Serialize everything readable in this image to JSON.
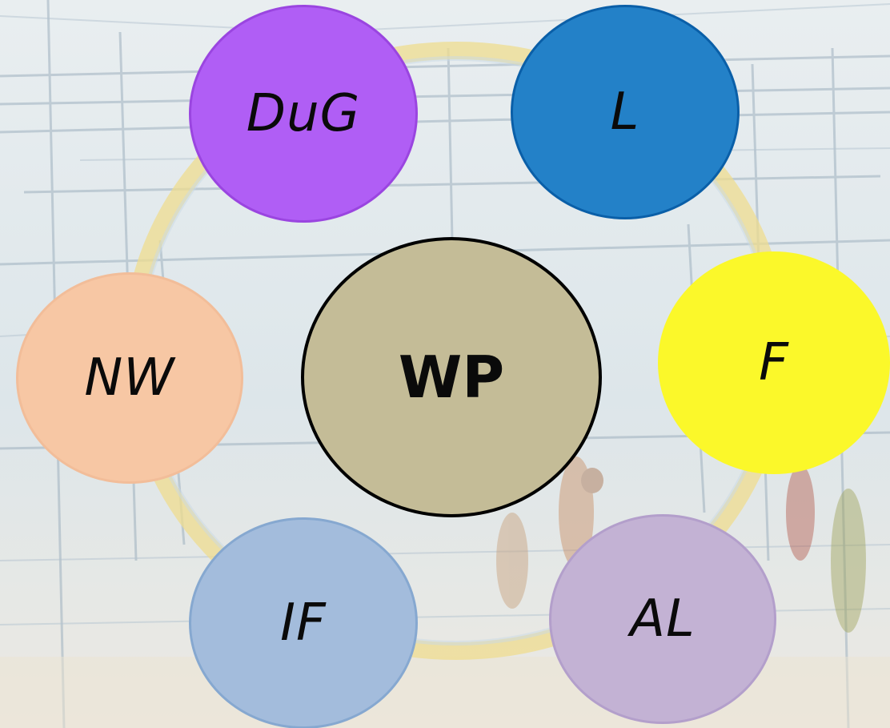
{
  "diagram": {
    "center": {
      "label": "WP",
      "color": "#c4bc97"
    },
    "nodes": [
      {
        "id": "dug",
        "label": "DuG",
        "color": "#b05ef5"
      },
      {
        "id": "l",
        "label": "L",
        "color": "#2381c8"
      },
      {
        "id": "f",
        "label": "F",
        "color": "#fbf82a"
      },
      {
        "id": "nw",
        "label": "NW",
        "color": "#f7c7a4"
      },
      {
        "id": "if",
        "label": "IF",
        "color": "#a3bcdc"
      },
      {
        "id": "al",
        "label": "AL",
        "color": "#c3b2d4"
      }
    ],
    "ring_color": "#efdc8f",
    "background": "faded pencil sketch of a building and people"
  }
}
